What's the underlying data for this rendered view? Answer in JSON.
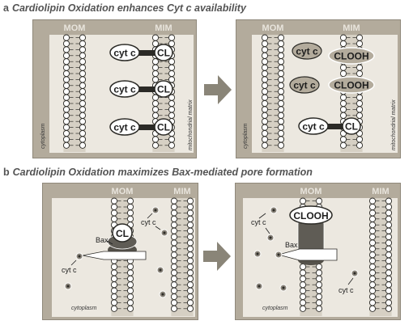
{
  "section_a": {
    "letter": "a",
    "title": "Cardiolipin Oxidation enhances Cyt c availability",
    "panel_left": {
      "mom_label": "MOM",
      "mim_label": "MIM",
      "cytoplasm_label": "cytoplasm",
      "matrix_label": "mitochondrial matrix",
      "cytc_label": "cyt c",
      "cl_label": "CL"
    },
    "panel_right": {
      "mom_label": "MOM",
      "mim_label": "MIM",
      "cytoplasm_label": "cytoplasm",
      "matrix_label": "mitochondrial matrix",
      "cytc_label": "cyt c",
      "clooh_label": "CLOOH",
      "cl_label": "CL"
    }
  },
  "section_b": {
    "letter": "b",
    "title": "Cardiolipin Oxidation maximizes Bax-mediated pore formation",
    "panel_left": {
      "mom_label": "MOM",
      "mim_label": "MIM",
      "cytoplasm_label": "cytoplasm",
      "cl_label": "CL",
      "bax_label": "Bax",
      "cytc_label": "cyt c"
    },
    "panel_right": {
      "mom_label": "MOM",
      "mim_label": "MIM",
      "cytoplasm_label": "cytoplasm",
      "clooh_label": "CLOOH",
      "bax_label": "Bax",
      "cytc_label": "cyt c"
    }
  },
  "colors": {
    "panel_fill": "#b3ab9c",
    "panel_inner": "#ece8e0",
    "panel_border": "#8f887a",
    "arrow": "#8a8578",
    "heading": "#545454",
    "lipid_head": "#ffffff",
    "dark_link": "#2b2a26"
  }
}
